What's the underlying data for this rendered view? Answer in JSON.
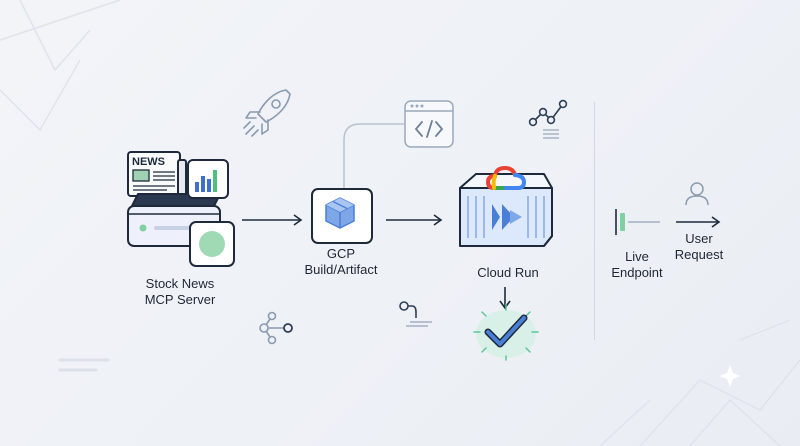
{
  "nodes": {
    "server": {
      "line1": "Stock News",
      "line2": "MCP Server",
      "badge": "NEWS"
    },
    "gcp": {
      "line1": "GCP",
      "line2": "Build/Artifact"
    },
    "cloud_run": {
      "label": "Cloud Run"
    },
    "endpoint": {
      "line1": "Live",
      "line2": "Endpoint"
    },
    "user": {
      "line1": "User",
      "line2": "Request"
    }
  },
  "icons": {
    "code": "</>"
  },
  "colors": {
    "accent_blue": "#4a7fd6",
    "navy": "#1e2a3b",
    "success_green": "#5cc59a",
    "chart_blue": "#3e6fd1",
    "chart_green": "#4cc07f"
  }
}
